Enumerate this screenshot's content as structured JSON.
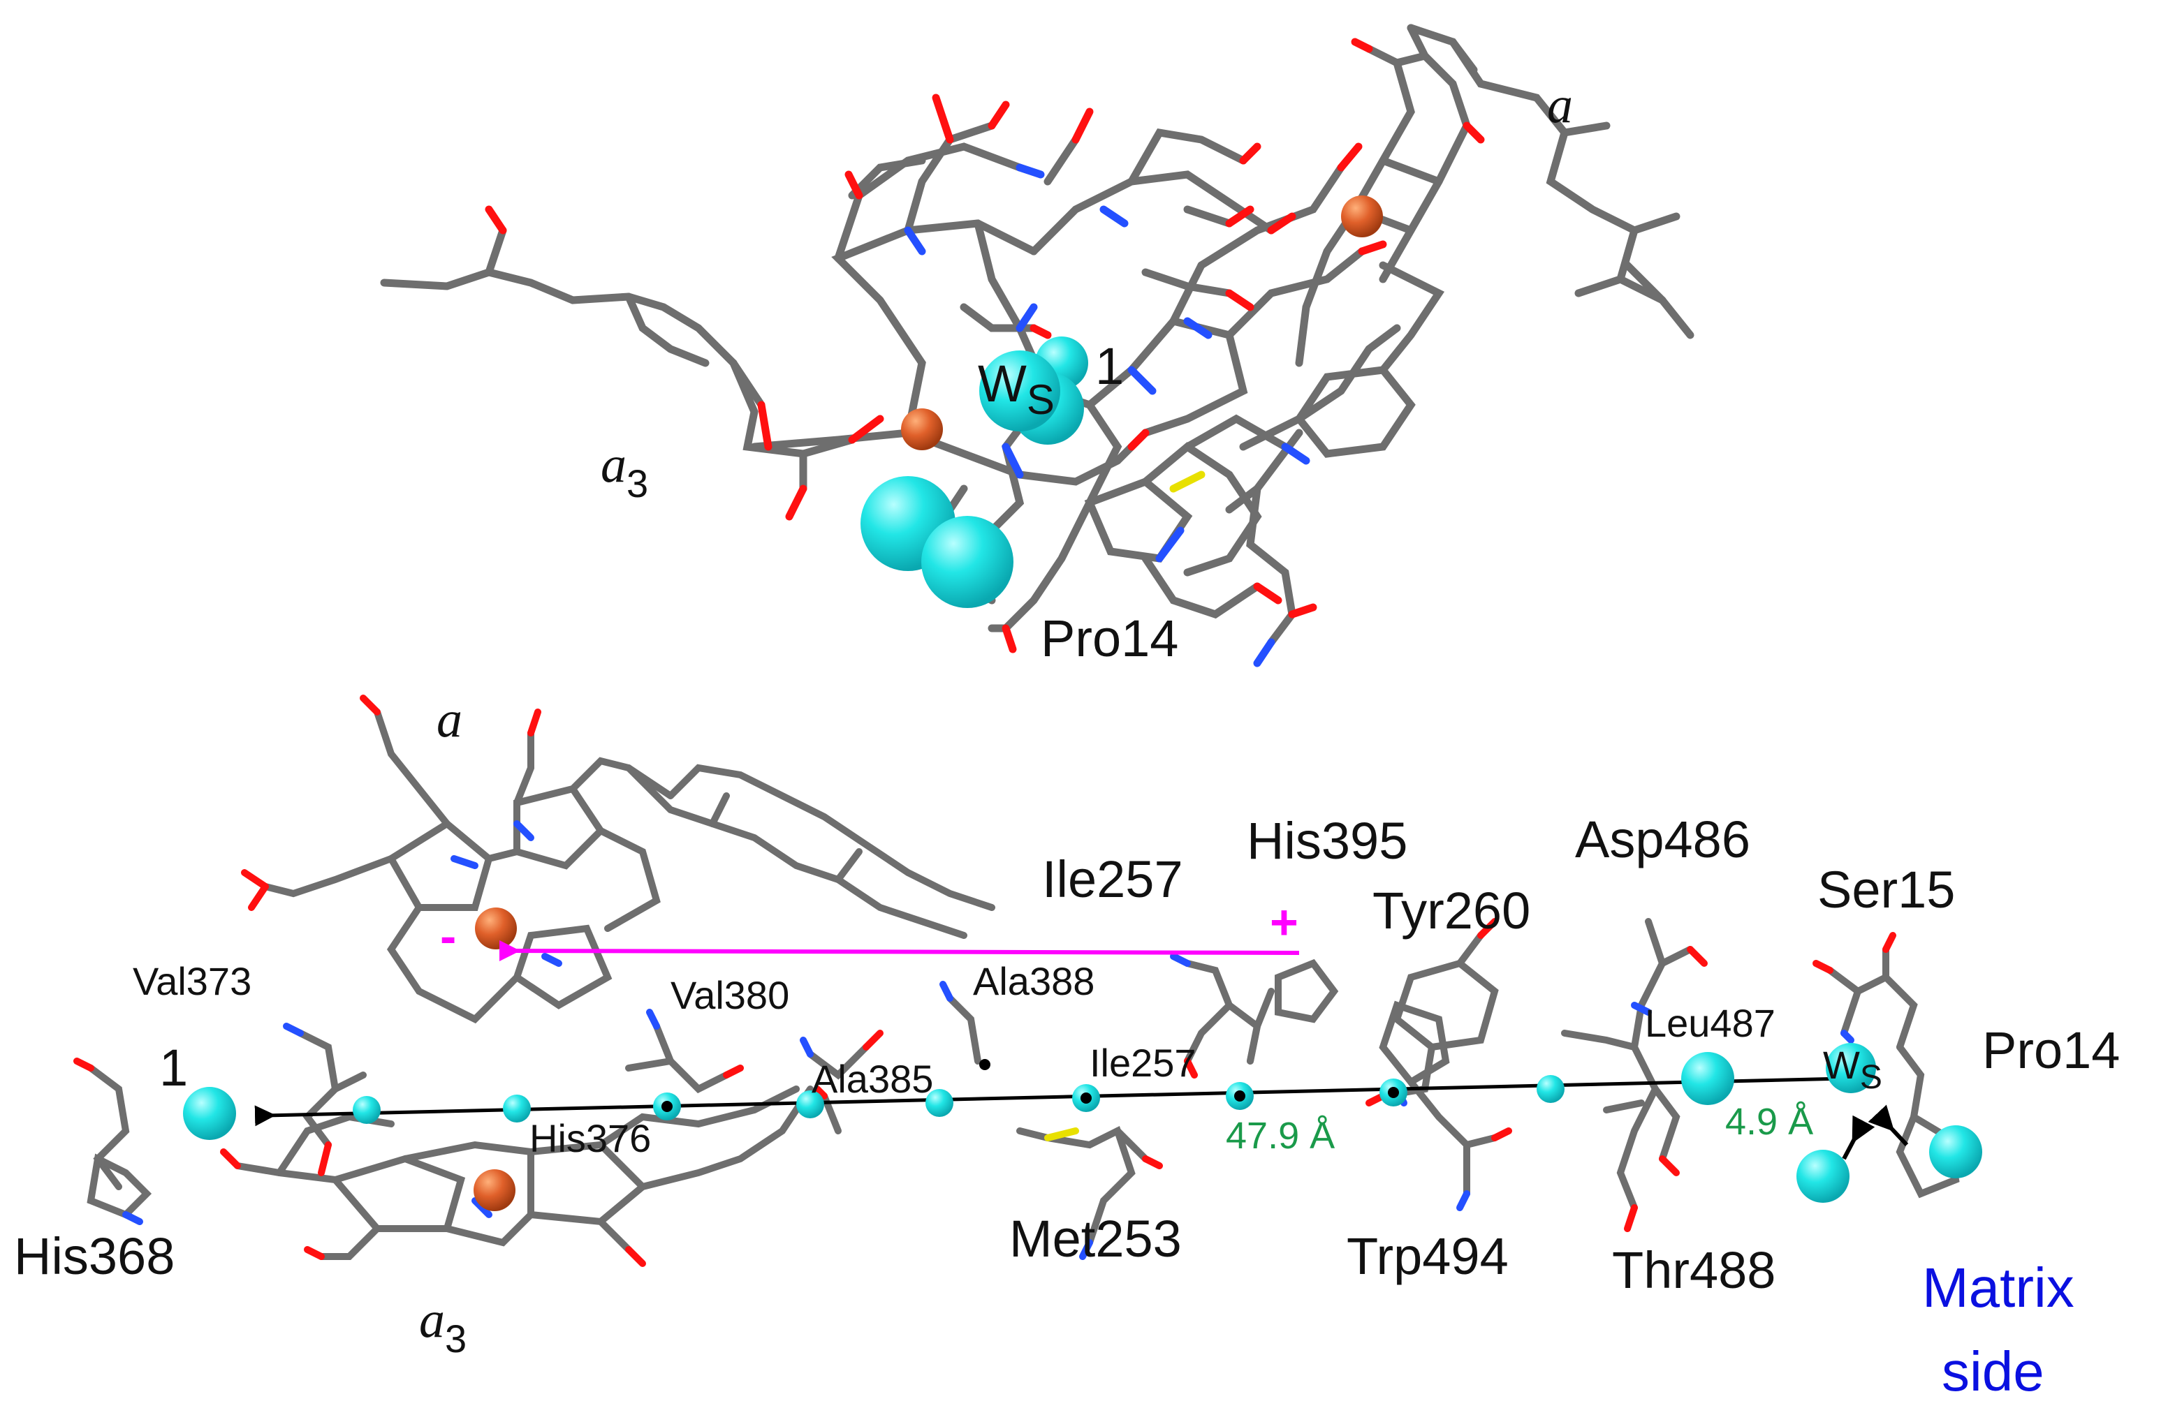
{
  "colors": {
    "carbon": "#6e6e6e",
    "oxygen": "#ff1010",
    "nitrogen": "#2450ff",
    "sulfur": "#e8e000",
    "iron": "#e0602a",
    "water": "#22e6e6",
    "charge_arrow": "#ff00ff",
    "distance_text": "#1a9a4a",
    "matrix_text": "#0a10e0"
  },
  "top_panel": {
    "label_heme_a": "a",
    "label_heme_a3": "a",
    "label_a3_sub": "3",
    "label_water_1": "1",
    "label_ws": "W",
    "label_ws_sub": "S",
    "label_pro14": "Pro14"
  },
  "bottom_panel": {
    "label_heme_a": "a",
    "label_heme_a3": "a",
    "label_a3_sub": "3",
    "label_water_1": "1",
    "residues": {
      "his395": "His395",
      "ile257_big": "Ile257",
      "asp486": "Asp486",
      "tyr260": "Tyr260",
      "ser15": "Ser15",
      "pro14": "Pro14",
      "val373": "Val373",
      "val380": "Val380",
      "ala388": "Ala388",
      "leu487": "Leu487",
      "ala385": "Ala385",
      "ile257_small": "Ile257",
      "his376": "His376",
      "his368": "His368",
      "met253": "Met253",
      "trp494": "Trp494",
      "thr488": "Thr488"
    },
    "ws_label": "W",
    "ws_sub": "S",
    "distance_long": "47.9 Å",
    "distance_short": "4.9 Å",
    "charge_plus": "+",
    "charge_minus": "-",
    "matrix_line1": "Matrix",
    "matrix_line2": "side"
  }
}
